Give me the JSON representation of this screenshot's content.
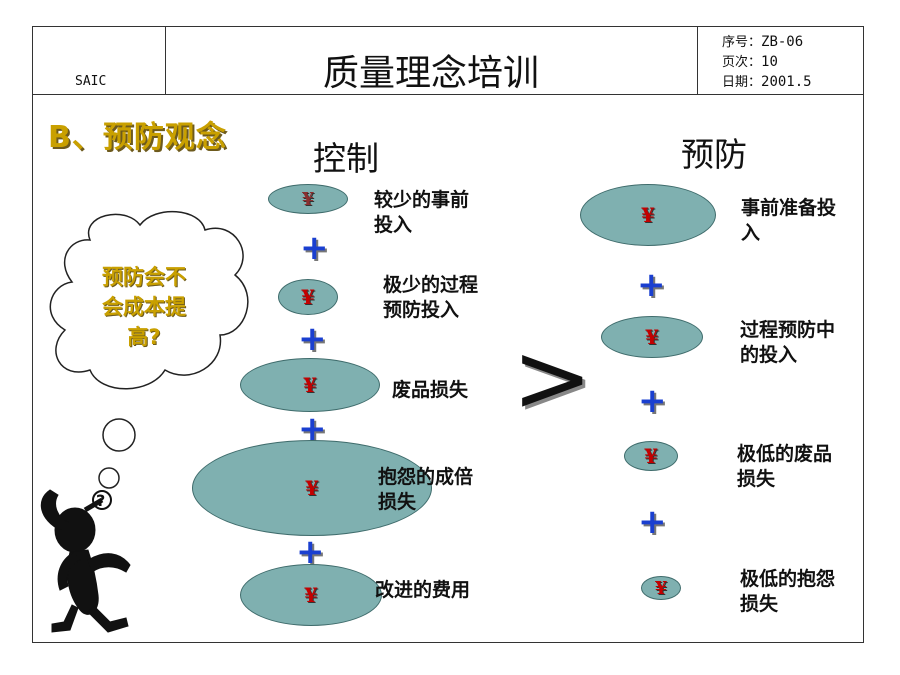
{
  "header": {
    "company": "SAIC",
    "title": "质量理念培训",
    "meta": [
      {
        "key": "序号：",
        "value": "ZB-06"
      },
      {
        "key": "页次：",
        "value": "10"
      },
      {
        "key": "日期：",
        "value": "2001.5"
      }
    ]
  },
  "section_title": "B、预防观念",
  "thought_bubble": {
    "lines": [
      "预防会不",
      "会成本提",
      "高?"
    ]
  },
  "currency_symbol": "¥",
  "plus_symbol": "+",
  "comparison_symbol": ">",
  "control": {
    "heading": "控制",
    "items": [
      {
        "lines": [
          "较少的事前",
          "投入"
        ]
      },
      {
        "lines": [
          "极少的过程",
          "预防投入"
        ]
      },
      {
        "lines": [
          "废品损失"
        ]
      },
      {
        "lines": [
          "抱怨的成倍",
          "损失"
        ]
      },
      {
        "lines": [
          "改进的费用"
        ]
      }
    ]
  },
  "prevention": {
    "heading": "预防",
    "items": [
      {
        "lines": [
          "事前准备投",
          "入"
        ]
      },
      {
        "lines": [
          "过程预防中",
          "的投入"
        ]
      },
      {
        "lines": [
          "极低的废品",
          "损失"
        ]
      },
      {
        "lines": [
          "极低的抱怨",
          "损失"
        ]
      }
    ]
  },
  "colors": {
    "ellipse_fill": "#7fb0b0",
    "yen": "#c40000",
    "plus": "#1a3fd0",
    "section_title": "#c9a000"
  }
}
